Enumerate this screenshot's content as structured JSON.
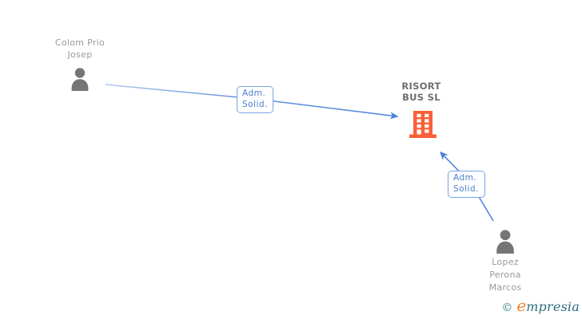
{
  "diagram": {
    "nodes": {
      "person_top": {
        "type": "person",
        "label": "Colom Prio\nJosep"
      },
      "company": {
        "type": "company",
        "label": "RISORT\nBUS SL"
      },
      "person_bottom": {
        "type": "person",
        "label": "Lopez\nPerona\nMarcos"
      }
    },
    "edges": {
      "edge1": {
        "label": "Adm.\nSolid.",
        "from": "person_top",
        "to": "company"
      },
      "edge2": {
        "label": "Adm.\nSolid.",
        "from": "person_bottom",
        "to": "company"
      }
    }
  },
  "watermark": {
    "copyright_symbol": "©",
    "brand_initial": "e",
    "brand_rest": "mpresia"
  },
  "colors": {
    "edge_blue": "#4A80DC",
    "edge_blue_light": "#AFC9EE",
    "edge_label_text": "#4B7CC9",
    "edge_label_border": "#79A3E4",
    "company_orange": "#F96138",
    "person_gray": "#757575",
    "person_name_gray": "#9A9A9A",
    "company_name_gray": "#6F6F6F",
    "logo_teal": "#2F6F80",
    "logo_orange": "#F08528"
  }
}
